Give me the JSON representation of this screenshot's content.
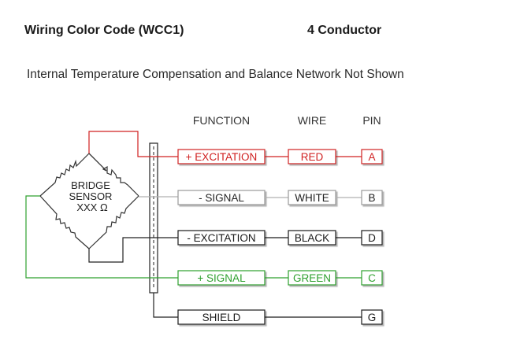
{
  "header": {
    "title": "Wiring Color Code (WCC1)",
    "conductor": "4 Conductor",
    "subtitle": "Internal Temperature Compensation and Balance Network Not Shown"
  },
  "columns": {
    "function": "FUNCTION",
    "wire": "WIRE",
    "pin": "PIN"
  },
  "sensor": {
    "line1": "BRIDGE",
    "line2": "SENSOR",
    "line3": "XXX Ω"
  },
  "rows": [
    {
      "function": "+ EXCITATION",
      "wire": "RED",
      "pin": "A",
      "color": "#d02020"
    },
    {
      "function": "- SIGNAL",
      "wire": "WHITE",
      "pin": "B",
      "color": "#8a8a8a"
    },
    {
      "function": "- EXCITATION",
      "wire": "BLACK",
      "pin": "D",
      "color": "#1a1a1a"
    },
    {
      "function": "+ SIGNAL",
      "wire": "GREEN",
      "pin": "C",
      "color": "#2ea02e"
    },
    {
      "function": "SHIELD",
      "wire": "",
      "pin": "G",
      "color": "#1a1a1a"
    }
  ]
}
